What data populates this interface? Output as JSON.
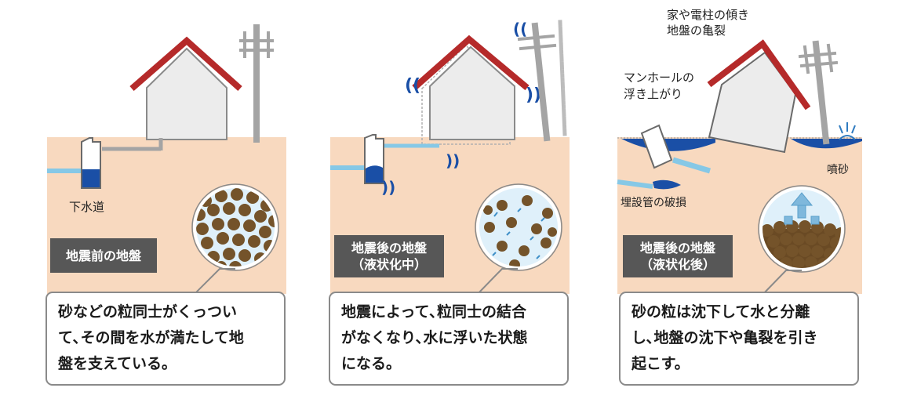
{
  "panels": [
    {
      "stage_label": "地震前の地盤",
      "sewer_label": "下水道",
      "description": "砂などの粒同士がくっつい\nて､その間を水が満たして地\n盤を支えている。"
    },
    {
      "stage_label_line1": "地震後の地盤",
      "stage_label_line2": "（液状化中）",
      "description": "地震によって､粒同士の結合\nがなくなり､水に浮いた状態\nになる。"
    },
    {
      "annot_tilt_line1": "家や電柱の傾き",
      "annot_tilt_line2": "地盤の亀裂",
      "annot_manhole_line1": "マンホールの",
      "annot_manhole_line2": "浮き上がり",
      "annot_pipe": "埋設管の破損",
      "annot_sand": "噴砂",
      "stage_label_line1": "地震後の地盤",
      "stage_label_line2": "（液状化後）",
      "description": "砂の粒は沈下して水と分離\nし､地盤の沈下や亀裂を引き\n起こす。"
    }
  ],
  "colors": {
    "ground": "#f8d9bf",
    "roof": "#b52a2a",
    "house_wall": "#ececec",
    "pipe_water": "#86c8e6",
    "water_blue": "#1a4fa6",
    "particle": "#74532a",
    "circle_water": "#dff0fa",
    "label_bg": "#575757"
  }
}
